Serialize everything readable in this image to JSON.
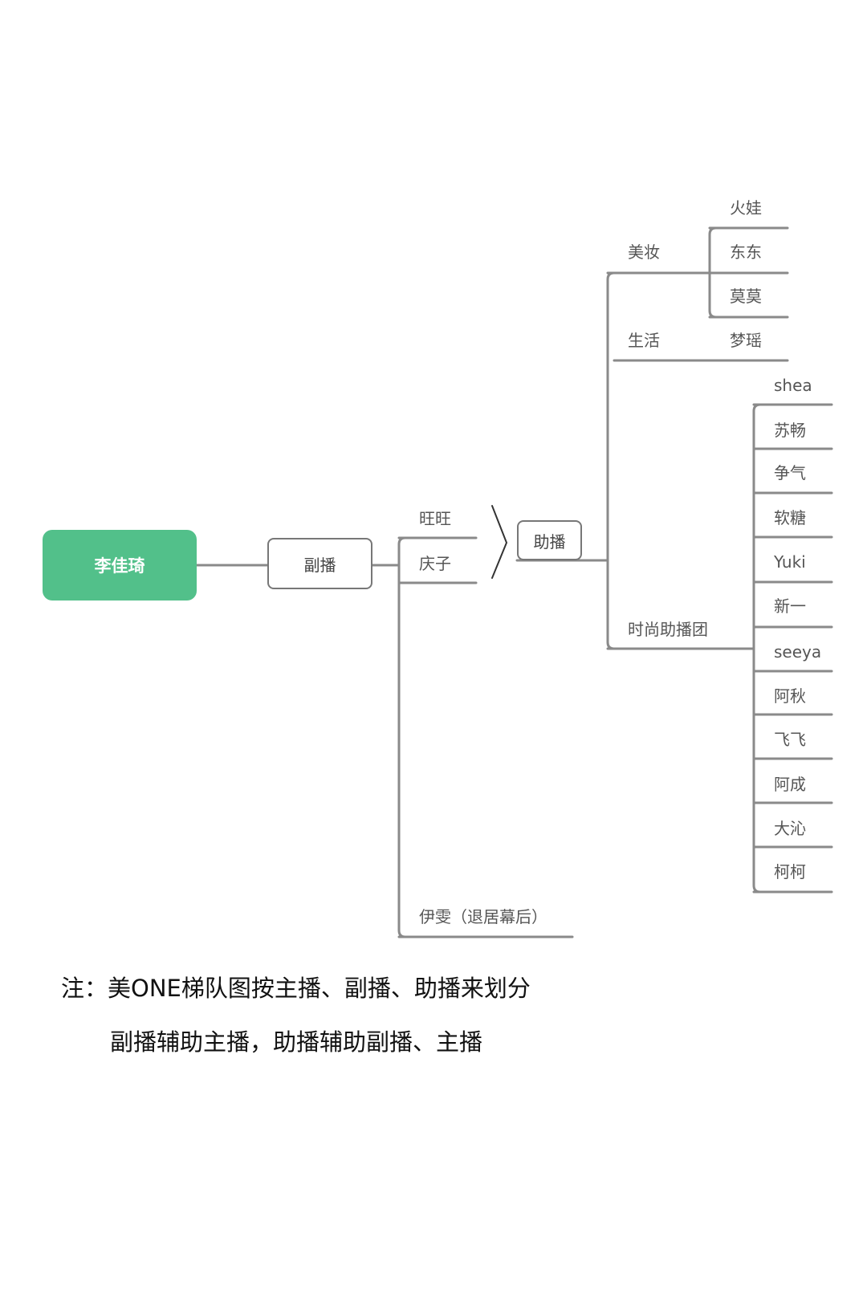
{
  "root": {
    "label": "李佳琦",
    "color": "#52c08a"
  },
  "vice": {
    "label": "副播",
    "members": [
      "旺旺",
      "庆子",
      "伊雯（退居幕后）"
    ]
  },
  "assistant": {
    "label": "助播",
    "groups": [
      {
        "label": "美妆",
        "members": [
          "火娃",
          "东东",
          "莫莫"
        ]
      },
      {
        "label": "生活",
        "members": [
          "梦瑶"
        ]
      },
      {
        "label": "时尚助播团",
        "members": [
          "shea",
          "苏畅",
          "争气",
          "软糖",
          "Yuki",
          "新一",
          "seeya",
          "阿秋",
          "飞飞",
          "阿成",
          "大沁",
          "柯柯"
        ]
      }
    ]
  },
  "note": {
    "line1": "注：美ONE梯队图按主播、副播、助播来划分",
    "line2": "副播辅助主播，助播辅助副播、主播"
  }
}
